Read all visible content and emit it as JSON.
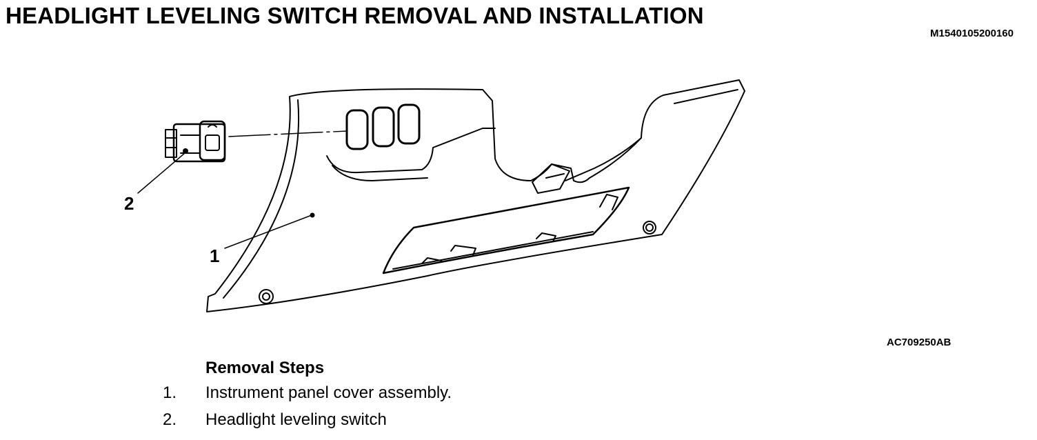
{
  "header": {
    "title": "HEADLIGHT LEVELING SWITCH REMOVAL AND INSTALLATION",
    "doc_id": "M1540105200160"
  },
  "figure": {
    "id": "AC709250AB",
    "callouts": [
      "1",
      "2"
    ]
  },
  "removal": {
    "heading": "Removal Steps",
    "steps": [
      {
        "num": "1.",
        "text": "Instrument panel cover assembly."
      },
      {
        "num": "2.",
        "text": "Headlight leveling switch"
      }
    ]
  }
}
